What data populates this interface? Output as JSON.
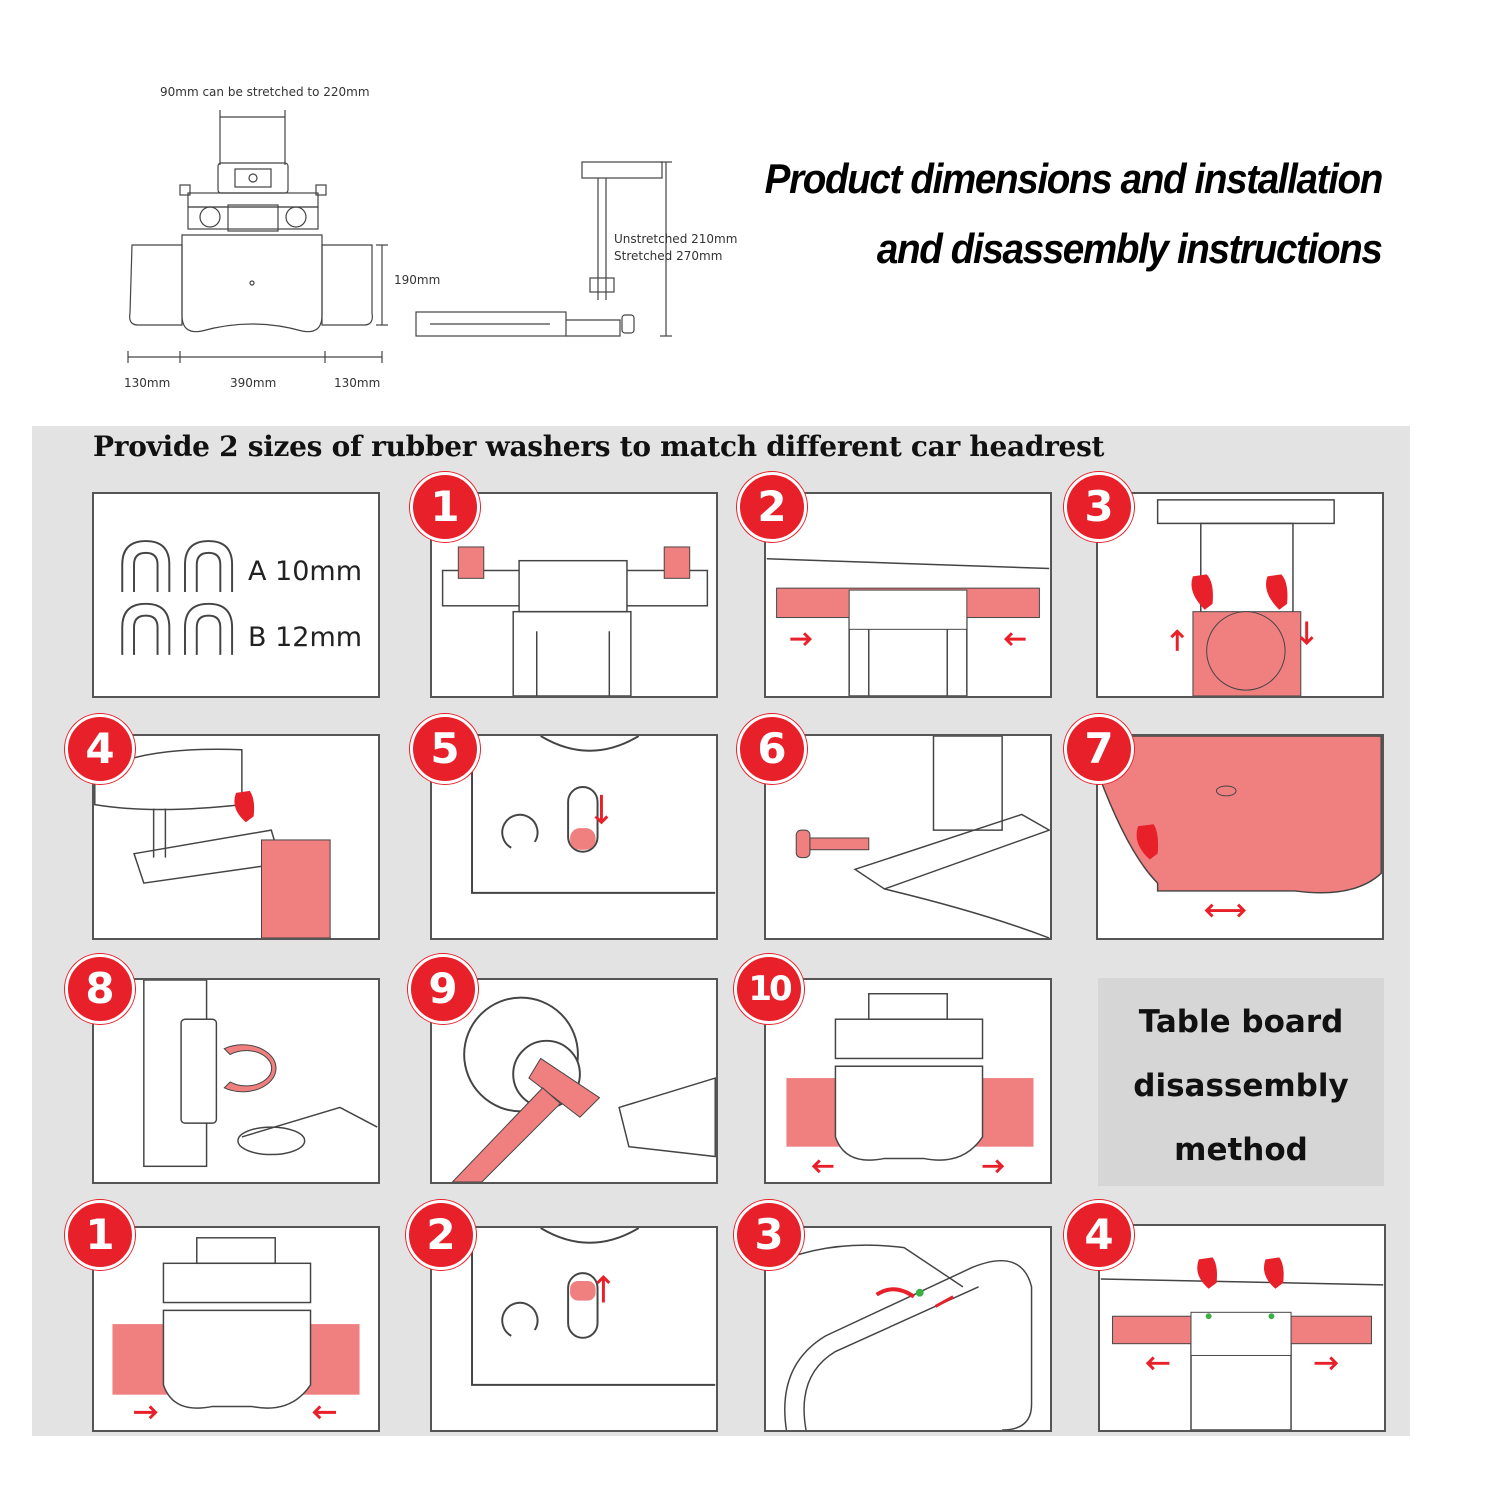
{
  "dimensions": {
    "stretch_note": "90mm can be stretched to 220mm",
    "height_label": "190mm",
    "width_left": "130mm",
    "width_center": "390mm",
    "width_right": "130mm",
    "unstretched": "Unstretched 210mm",
    "stretched": "Stretched 270mm"
  },
  "headline": {
    "line1": "Product dimensions and installation",
    "line2": "and disassembly instructions"
  },
  "washers": {
    "title": "Provide 2 sizes of rubber washers to match different car headrest",
    "a_label": "A  10mm",
    "b_label": "B  12mm"
  },
  "install_steps": [
    "1",
    "2",
    "3",
    "4",
    "5",
    "6",
    "7",
    "8",
    "9",
    "10"
  ],
  "disassembly": {
    "title_line1": "Table board",
    "title_line2": "disassembly",
    "title_line3": "method",
    "steps": [
      "1",
      "2",
      "3",
      "4"
    ]
  },
  "colors": {
    "accent_red": "#e8202a",
    "part_pink": "#f08080",
    "panel_gray": "#e3e3e3",
    "indicator_green": "#3cb043"
  }
}
